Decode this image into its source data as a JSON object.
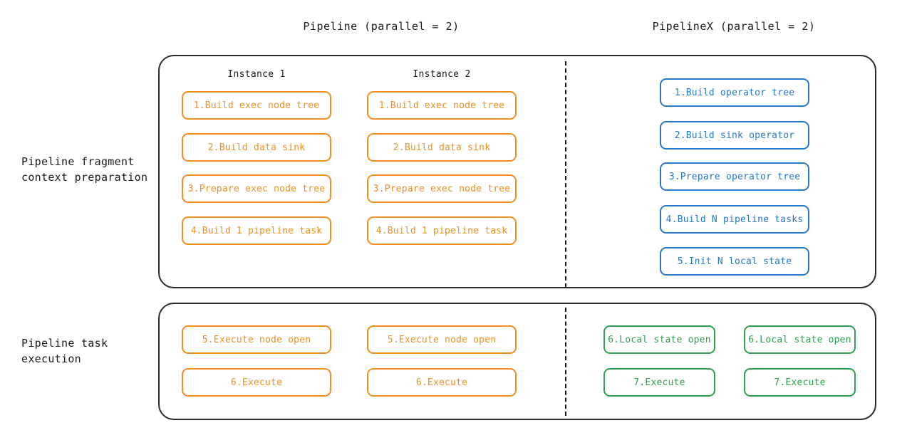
{
  "headers": {
    "left": "Pipeline (parallel = 2)",
    "right": "PipelineX (parallel = 2)"
  },
  "row_labels": {
    "preparation": "Pipeline fragment\ncontext preparation",
    "execution": "Pipeline task\nexecution"
  },
  "instance_headers": {
    "instance1": "Instance 1",
    "instance2": "Instance 2"
  },
  "colors": {
    "orange": "#ef8f21",
    "blue": "#2878c8",
    "green": "#2f9e4f",
    "outline": "#2b2b2b",
    "divider": "#151515"
  },
  "preparation": {
    "pipeline_instance1": [
      "1.Build exec node tree",
      "2.Build data sink",
      "3.Prepare exec node tree",
      "4.Build 1 pipeline task"
    ],
    "pipeline_instance2": [
      "1.Build exec node tree",
      "2.Build data sink",
      "3.Prepare exec node tree",
      "4.Build 1 pipeline task"
    ],
    "pipelinex": [
      "1.Build operator tree",
      "2.Build sink operator",
      "3.Prepare operator tree",
      "4.Build N pipeline tasks",
      "5.Init N local state"
    ]
  },
  "execution": {
    "pipeline_instance1": [
      "5.Execute node open",
      "6.Execute"
    ],
    "pipeline_instance2": [
      "5.Execute node open",
      "6.Execute"
    ],
    "pipelinex_task1": [
      "6.Local state open",
      "7.Execute"
    ],
    "pipelinex_task2": [
      "6.Local state open",
      "7.Execute"
    ]
  }
}
